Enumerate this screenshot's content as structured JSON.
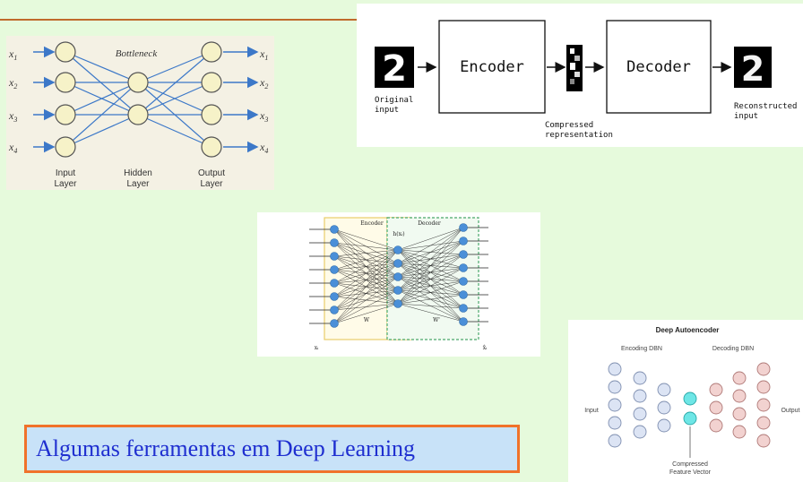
{
  "slide": {
    "caption": "Algumas ferramentas em Deep Learning",
    "colors": {
      "background": "#e6fadc",
      "caption_border": "#f0722a",
      "caption_fill": "#c8e2f8",
      "caption_text": "#1f2fd0",
      "top_line": "#c06a2c"
    }
  },
  "fig1": {
    "bottleneck_label": "Bottleneck",
    "inputs": [
      "x",
      "x",
      "x",
      "x"
    ],
    "input_subs": [
      "1",
      "2",
      "3",
      "4"
    ],
    "outputs": [
      "x",
      "x",
      "x",
      "x"
    ],
    "output_subs": [
      "1",
      "2",
      "3",
      "4"
    ],
    "layers": {
      "input": [
        "Input",
        "Layer"
      ],
      "hidden": [
        "Hidden",
        "Layer"
      ],
      "output": [
        "Output",
        "Layer"
      ]
    }
  },
  "fig2": {
    "encoder": "Encoder",
    "decoder": "Decoder",
    "original": [
      "Original",
      "input"
    ],
    "compressed": [
      "Compressed",
      "representation"
    ],
    "reconstructed": [
      "Reconstructed",
      "input"
    ],
    "digit": "2"
  },
  "fig3": {
    "encoder": "Encoder",
    "decoder": "Decoder",
    "code": "h(xᵢ)",
    "w_left": "W",
    "w_right": "W'",
    "x_in": "xᵢ",
    "x_out": "x̂ᵢ"
  },
  "fig4": {
    "title": "Deep Autoencoder",
    "encoding": "Encoding DBN",
    "decoding": "Decoding DBN",
    "input": "Input",
    "output": "Output",
    "compressed": [
      "Compressed",
      "Feature Vector"
    ]
  }
}
